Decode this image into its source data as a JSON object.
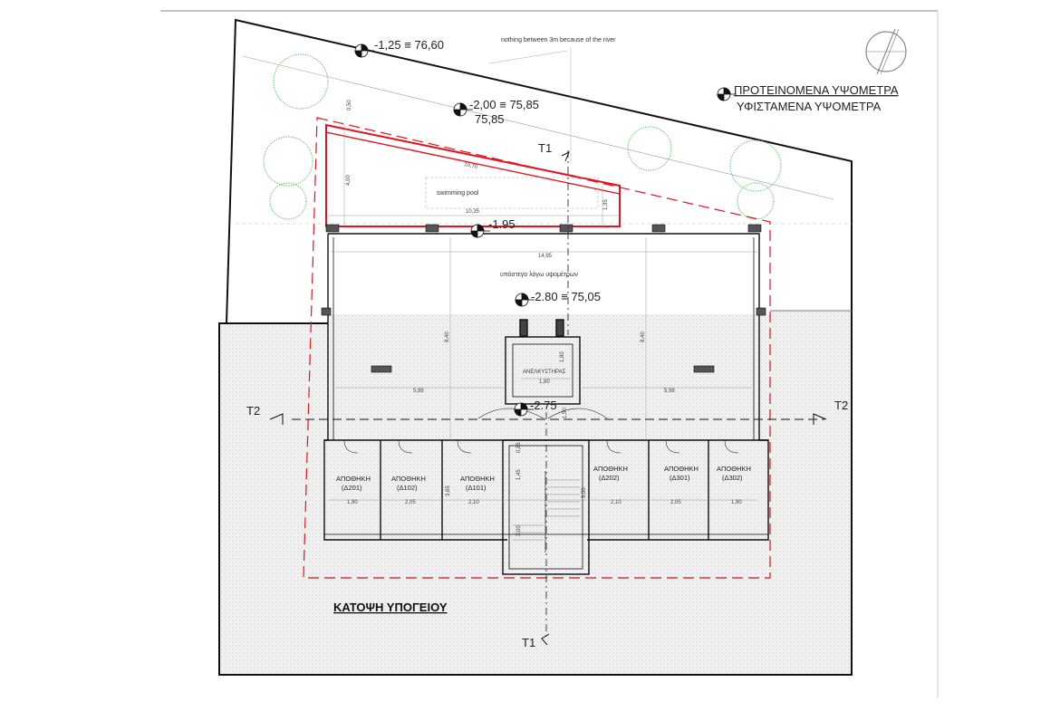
{
  "drawing": {
    "title": "ΚΑΤΟΨΗ ΥΠΟΓΕΙΟΥ",
    "legend": {
      "proposed": "ΠΡΟΤΕΙΝΟΜΕΝΑ ΥΨΟΜΕΤΡΑ",
      "existing": "ΥΦΙΣΤΑΜΕΝΑ ΥΨΟΜΕΤΡΑ"
    },
    "notes": {
      "river": "nothing between 3m because of the river",
      "pool": "swimming pool",
      "subfloor": "υπόστεγο λόγω υψομέτρων",
      "elevator": "ΑΝΕΛΚΥΣΤΗΡΑΣ"
    },
    "levels": {
      "top": "-1,25 ≡ 76,60",
      "pool_prop": "-2,00 ≡ 75,85",
      "pool_exist": "75,85",
      "pool_edge": "-1.95",
      "main": "-2.80 ≡ 75,05",
      "core": "-2.75"
    },
    "sections": {
      "t1": "T1",
      "t2": "T2"
    },
    "dims": {
      "d0_50": "0,50",
      "d4_00": "4,00",
      "d10_70": "10,70",
      "d10_35": "10,35",
      "d1_35": "1,35",
      "d14_95": "14,95",
      "d8_40": "8,40",
      "d5_98": "5,98",
      "d1_80": "1,80",
      "d1_50": "1,50",
      "d3_65": "3,65",
      "d3_50": "3,50",
      "d1_90": "1,90",
      "d2_05": "2,05",
      "d2_10": "2,10",
      "d1_45": "1,45",
      "d3_00": "3,00",
      "d0_85": "0,85"
    },
    "storage": [
      {
        "label": "ΑΠΟΘΗΚΗ",
        "id": "(Δ201)",
        "width": "1,90"
      },
      {
        "label": "ΑΠΟΘΗΚΗ",
        "id": "(Δ102)",
        "width": "2,05"
      },
      {
        "label": "ΑΠΟΘΗΚΗ",
        "id": "(Δ101)",
        "width": "2,10"
      },
      {
        "label": "ΑΠΟΘΗΚΗ",
        "id": "(Δ202)",
        "width": "2,10"
      },
      {
        "label": "ΑΠΟΘΗΚΗ",
        "id": "(Δ301)",
        "width": "2,05"
      },
      {
        "label": "ΑΠΟΘΗΚΗ",
        "id": "(Δ302)",
        "width": "1,90"
      }
    ],
    "colors": {
      "outline": "#111111",
      "pool_red": "#e0141e",
      "tree": "#6cc070",
      "hatch": "#c8c8c8"
    }
  }
}
